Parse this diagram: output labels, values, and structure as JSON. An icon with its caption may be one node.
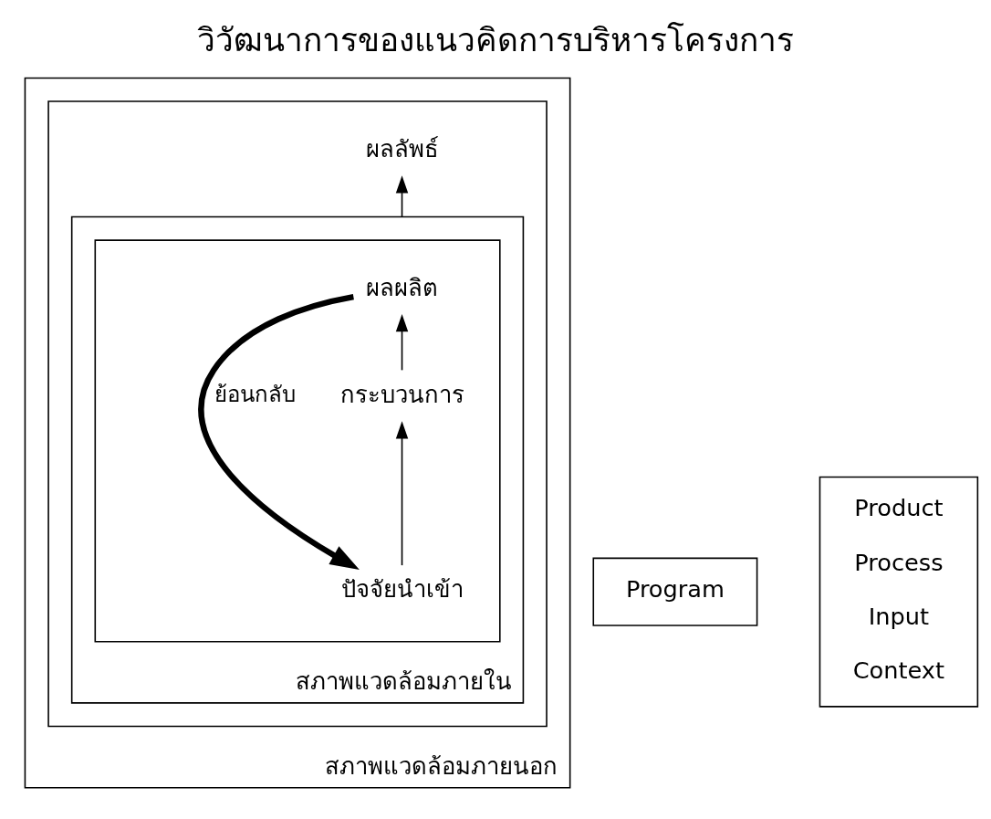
{
  "diagram": {
    "title": "วิวัฒนาการของแนวคิดการบริหารโครงการ",
    "nodes": [
      {
        "text": [
          "สภาพแวดล้อมภายนอก"
        ]
      },
      {
        "text": [],
        "shape": "box",
        "in": 0
      },
      {
        "text": [
          "ผลลัพธ์"
        ],
        "in": 1
      },
      {
        "text": [
          "สภาพแวดล้อมภายใน"
        ],
        "in": 1
      },
      {
        "text": [],
        "shape": "box",
        "in": 3
      },
      {
        "text": [
          "ผลผลิต"
        ],
        "in": 4
      },
      {
        "text": [
          "กระบวนการ"
        ],
        "in": 4
      },
      {
        "text": [
          "ปัจจัยนำเข้า"
        ],
        "in": 4
      },
      {
        "text": [
          "Program"
        ]
      },
      {
        "text": [
          "Product",
          "Process",
          "Input",
          "Context"
        ]
      }
    ],
    "edges": [
      {
        "from": 7,
        "to": 6,
        "arrow": "to"
      },
      {
        "from": 6,
        "to": 5,
        "arrow": "to"
      },
      {
        "from": 3,
        "to": 2,
        "arrow": "to"
      },
      {
        "from": 5,
        "to": 7,
        "arrow": "to",
        "label": "ย้อนกลับ",
        "style": "thick"
      }
    ]
  }
}
